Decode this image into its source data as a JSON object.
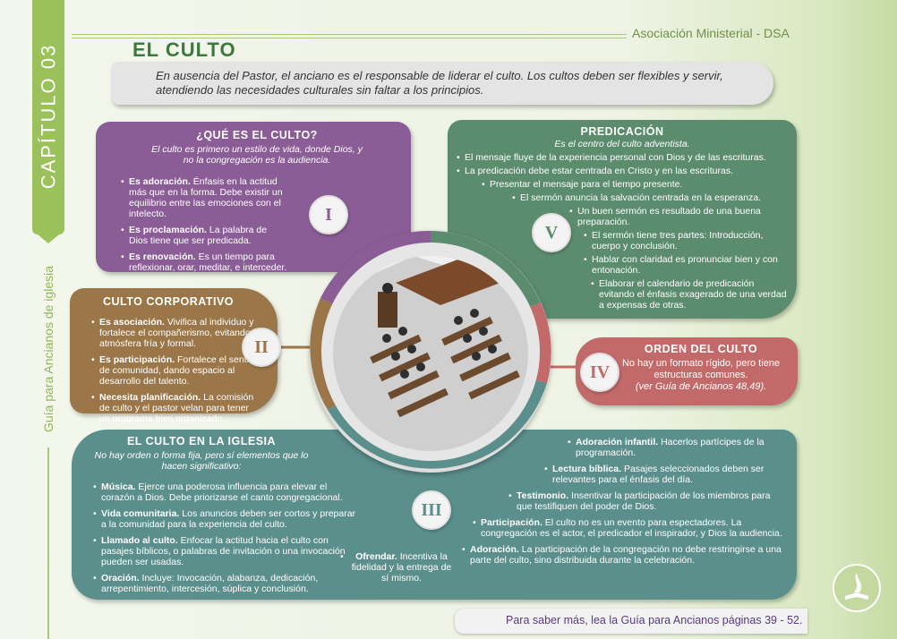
{
  "header": {
    "association": "Asociación Ministerial - DSA",
    "chapter": "CAPÍTULO 03",
    "guide": "Guía para Ancianos de iglesia",
    "title": "EL CULTO",
    "intro": "En ausencia del Pastor, el anciano es el responsable de liderar el culto. Los cultos deben ser flexibles y servir, atendiendo las necesidades culturales sin faltar a los principios."
  },
  "colors": {
    "purple": "#8b5d96",
    "brown": "#9b7648",
    "green": "#5c8c6e",
    "red": "#c26a6a",
    "teal": "#5b8f8c",
    "accent": "#9bc25a"
  },
  "sections": {
    "one": {
      "numeral": "I",
      "title": "¿QUÉ ES EL CULTO?",
      "subtitle": "El culto es primero un estilo de vida, donde Dios, y no la congregación es la audiencia.",
      "items": [
        {
          "term": "Es adoración.",
          "text": " Énfasis en la actitud más que en la forma. Debe existir un equilibrio entre las emociones con el intelecto."
        },
        {
          "term": "Es proclamación.",
          "text": " La palabra de Dios tiene que ser predicada."
        },
        {
          "term": "Es renovación.",
          "text": " Es un tiempo para reflexionar, orar, meditar, e interceder."
        }
      ]
    },
    "two": {
      "numeral": "II",
      "title": "CULTO CORPORATIVO",
      "items": [
        {
          "term": "Es asociación.",
          "text": " Vivifica al individuo y fortalece el compañerismo, evitando la atmósfera fría y formal."
        },
        {
          "term": "Es participación.",
          "text": " Fortalece el sentido de comunidad, dando espacio al desarrollo del talento."
        },
        {
          "term": "Necesita planificación.",
          "text": " La comisión de culto y el pastor velan para tener un programa bien organizado."
        }
      ]
    },
    "three": {
      "numeral": "III",
      "title": "EL CULTO EN LA IGLESIA",
      "subtitle": "No hay orden o forma fija, pero sí elementos que lo hacen significativo:",
      "left_items": [
        {
          "term": "Música.",
          "text": " Ejerce una poderosa influencia para elevar el corazón a Dios. Debe priorizarse el canto congregacional."
        },
        {
          "term": "Vida comunitaria.",
          "text": " Los anuncios deben ser cortos y preparar a la comunidad para la experiencia del culto."
        },
        {
          "term": "Llamado al culto.",
          "text": " Enfocar la actitud hacia el culto con pasajes bíblicos, o palabras de invitación o una invocación pueden ser usadas."
        },
        {
          "term": "Oración.",
          "text": " Incluye: Invocación, alabanza, dedicación, arrepentimiento, intercesión, súplica y conclusión."
        }
      ],
      "center_item": {
        "term": "Ofrendar.",
        "text": " Incentiva la fidelidad y la entrega de sí mismo."
      },
      "right_items": [
        {
          "term": "Adoración infantil.",
          "text": " Hacerlos partícipes de la programación."
        },
        {
          "term": "Lectura bíblica.",
          "text": " Pasajes seleccionados deben ser relevantes para el énfasis del día."
        },
        {
          "term": "Testimonio.",
          "text": " Insentivar la participación de los miembros para que testifiquen del poder de Dios."
        },
        {
          "term": "Participación.",
          "text": " El culto no es un evento para espectadores. La congregación es el actor, el predicador el inspirador, y Dios la audiencia."
        },
        {
          "term": "Adoración.",
          "text": " La participación de la congregación no debe restringirse a una parte del culto, sino distribuida durante la celebración."
        }
      ]
    },
    "four": {
      "numeral": "IV",
      "title": "ORDEN DEL CULTO",
      "text": "No hay un formato rígido, pero tiene estructuras comunes.",
      "ref": "(ver Guía de Ancianos 48,49)."
    },
    "five": {
      "numeral": "V",
      "title": "PREDICACIÓN",
      "subtitle": "Es el centro del culto adventista.",
      "items": [
        "El mensaje fluye de la experiencia personal con Dios y de las escrituras.",
        "La predicación debe estar centrada en Cristo y en las escrituras.",
        "Presentar el mensaje para el tiempo presente.",
        "El sermón anuncia la salvación centrada en la esperanza.",
        "Un buen sermón es resultado de una buena preparación.",
        "El sermón tiene tres partes: Introducción, cuerpo y conclusión.",
        "Hablar con claridad es pronunciar bien y con entonación.",
        "Elaborar el calendario de predicación evitando el énfasis exagerado de una verdad a expensas de otras."
      ]
    }
  },
  "footer": {
    "more": "Para saber más, lea la Guía para Ancianos páginas 39 - 52."
  },
  "icons": {
    "logo": "adventist-flame-book-icon",
    "illustration": "church-congregation-illustration"
  }
}
